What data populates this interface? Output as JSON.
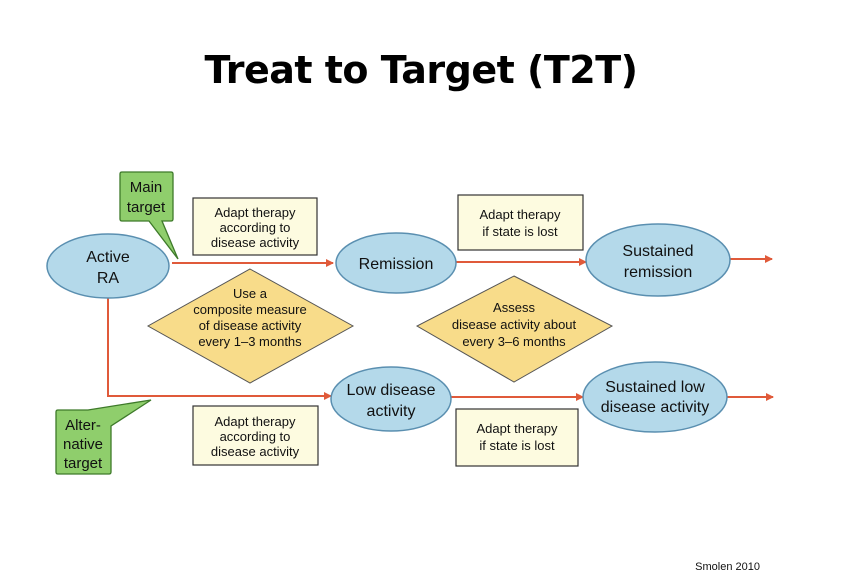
{
  "title": "Treat to Target (T2T)",
  "nodes": {
    "active_ra": [
      "Active",
      "RA"
    ],
    "remission": [
      "Remission"
    ],
    "sustained_remission": [
      "Sustained",
      "remission"
    ],
    "low_disease_activity": [
      "Low disease",
      "activity"
    ],
    "sustained_low": [
      "Sustained low",
      "disease activity"
    ]
  },
  "callouts": {
    "main_target": [
      "Main",
      "target"
    ],
    "alternative_target": [
      "Alter-",
      "native",
      "target"
    ]
  },
  "boxes": {
    "adapt_top_left": [
      "Adapt therapy",
      "according to",
      "disease activity"
    ],
    "adapt_top_right": [
      "Adapt therapy",
      "if state is lost"
    ],
    "adapt_bottom_left": [
      "Adapt therapy",
      "according to",
      "disease activity"
    ],
    "adapt_bottom_right": [
      "Adapt therapy",
      "if state is lost"
    ]
  },
  "diamonds": {
    "composite_measure": [
      "Use a",
      "composite measure",
      "of disease activity",
      "every 1–3 months"
    ],
    "assess": [
      "Assess",
      "disease activity about",
      "every 3–6 months"
    ]
  },
  "credit": "Smolen 2010",
  "colors": {
    "ellipse_fill": "#b4d9ea",
    "ellipse_stroke": "#5a8fb0",
    "callout_fill": "#8fce6c",
    "callout_stroke": "#3e7a2a",
    "box_fill": "#fdfbe0",
    "diamond_fill": "#f8dc8a",
    "arrow": "#e05a3a"
  }
}
